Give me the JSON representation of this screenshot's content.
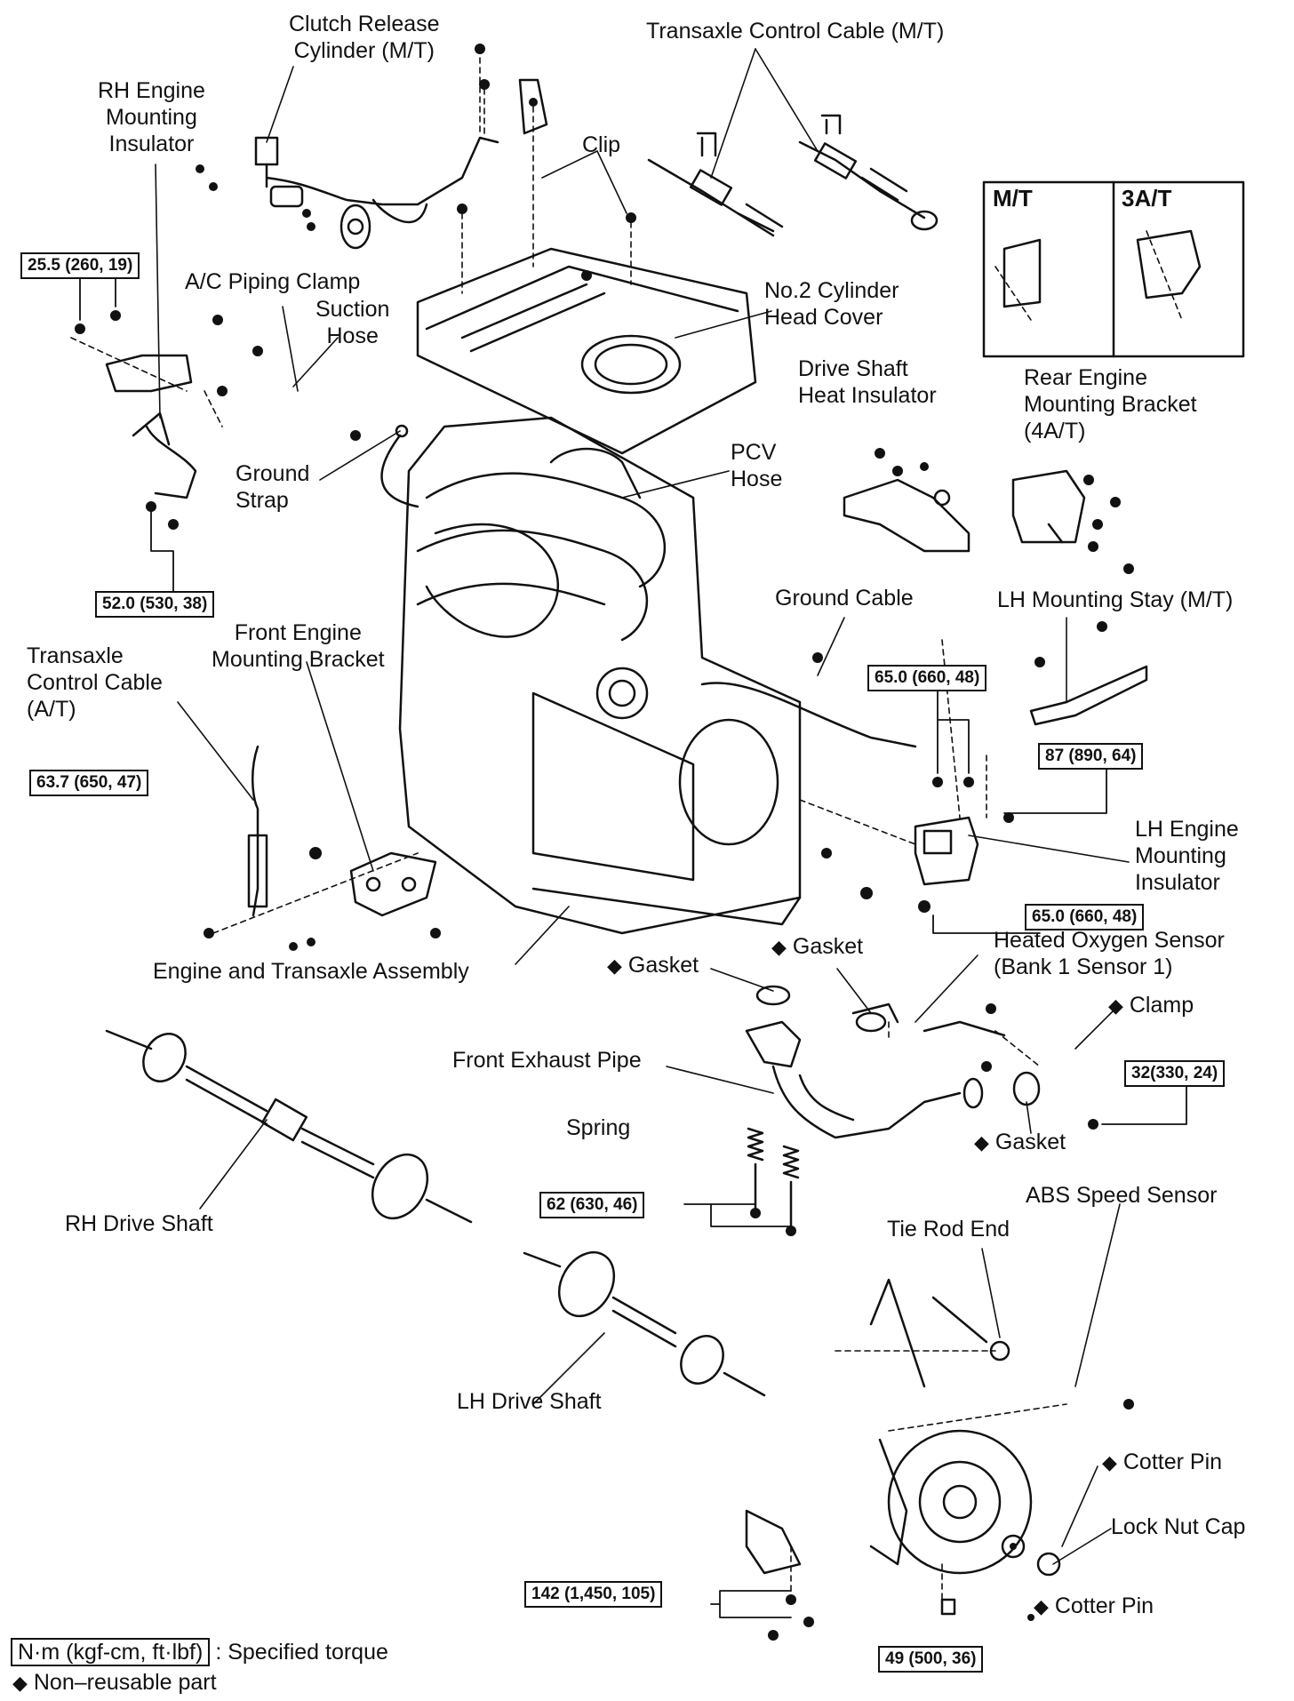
{
  "labels": {
    "clutch_release_cylinder": "Clutch Release\nCylinder (M/T)",
    "transaxle_control_cable_mt": "Transaxle Control Cable (M/T)",
    "rh_engine_mounting_insulator": "RH Engine\nMounting\nInsulator",
    "clip": "Clip",
    "no2_cylinder_head_cover": "No.2 Cylinder\nHead Cover",
    "ac_piping_clamp": "A/C Piping Clamp",
    "suction_hose": "Suction\nHose",
    "drive_shaft_heat_insulator": "Drive Shaft\nHeat Insulator",
    "rear_engine_mounting_bracket": "Rear Engine\nMounting Bracket\n(4A/T)",
    "ground_strap": "Ground\nStrap",
    "pcv_hose": "PCV\nHose",
    "ground_cable": "Ground Cable",
    "lh_mounting_stay": "LH Mounting Stay (M/T)",
    "front_engine_mounting_bracket": "Front Engine\nMounting Bracket",
    "transaxle_control_cable_at": "Transaxle\nControl Cable\n(A/T)",
    "lh_engine_mounting_insulator": "LH Engine\nMounting\nInsulator",
    "engine_transaxle_assembly": "Engine and Transaxle Assembly",
    "heated_oxygen_sensor": "Heated Oxygen Sensor\n(Bank 1 Sensor 1)",
    "gasket_1": "Gasket",
    "gasket_2": "Gasket",
    "gasket_3": "Gasket",
    "clamp": "Clamp",
    "front_exhaust_pipe": "Front Exhaust Pipe",
    "spring": "Spring",
    "rh_drive_shaft": "RH Drive Shaft",
    "abs_speed_sensor": "ABS Speed Sensor",
    "tie_rod_end": "Tie Rod End",
    "lh_drive_shaft": "LH Drive Shaft",
    "cotter_pin_1": "Cotter Pin",
    "lock_nut_cap": "Lock Nut Cap",
    "cotter_pin_2": "Cotter Pin"
  },
  "inset": {
    "mt": "M/T",
    "at3": "3A/T"
  },
  "torques": {
    "t1": "25.5 (260, 19)",
    "t2": "52.0 (530, 38)",
    "t3": "63.7 (650, 47)",
    "t4": "65.0 (660, 48)",
    "t5": "87 (890, 64)",
    "t6": "65.0 (660, 48)",
    "t7": "32(330, 24)",
    "t8": "62 (630, 46)",
    "t9": "142 (1,450, 105)",
    "t10": "49 (500, 36)"
  },
  "legend": {
    "unit_box": "N·m (kgf-cm, ft·lbf)",
    "unit_text": ": Specified torque",
    "nonreusable_symbol": "◆",
    "nonreusable_text": "Non–reusable part"
  }
}
